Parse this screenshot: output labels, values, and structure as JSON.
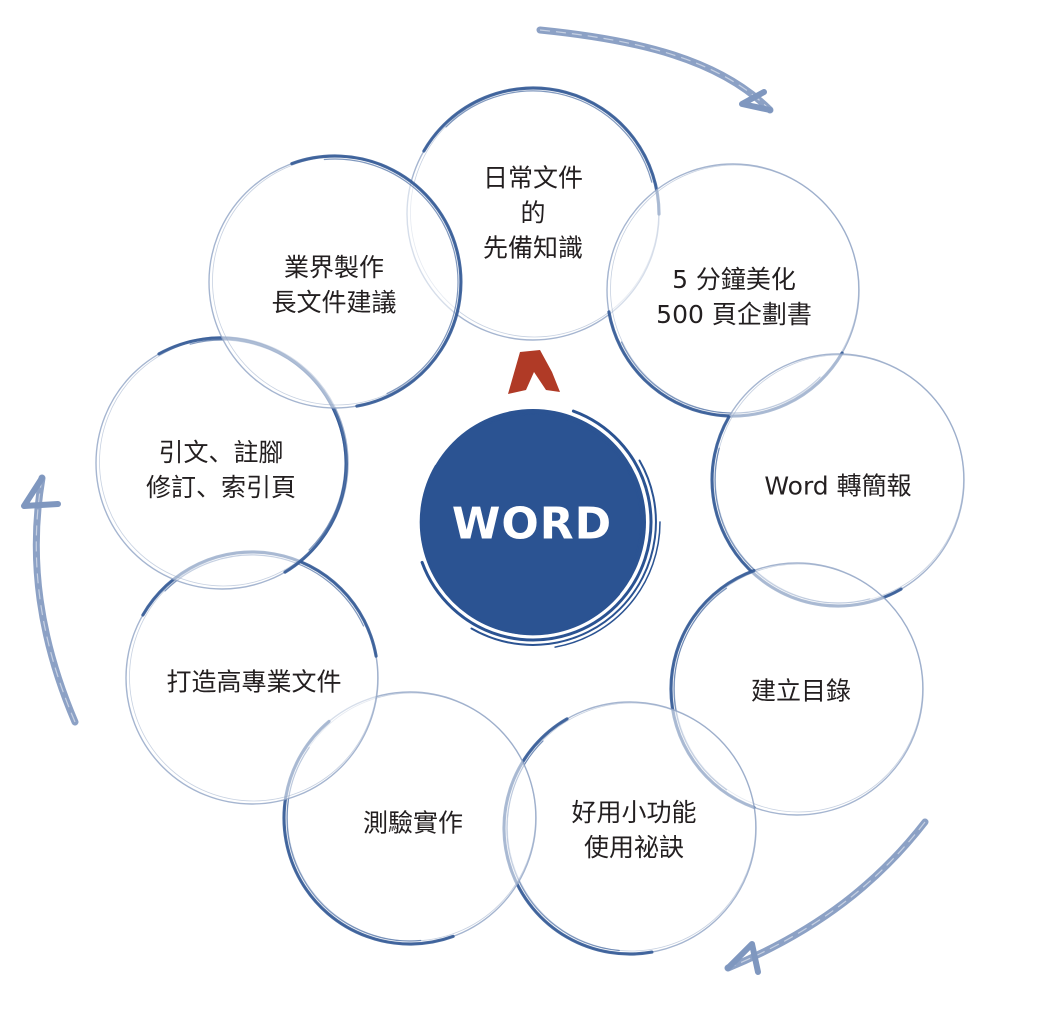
{
  "center": {
    "label": "WORD",
    "color": "#2b5392"
  },
  "colors": {
    "ring_dark": "#2b5392",
    "ring_light": "#8fa3c4",
    "arrow": "#7f97bf",
    "accent_flag": "#b03a26",
    "text": "#231f20"
  },
  "nodes": [
    {
      "id": "daily-docs",
      "lines": [
        "日常文件",
        "的",
        "先備知識"
      ]
    },
    {
      "id": "beautify-proposal",
      "lines": [
        "5 分鐘美化",
        "500 頁企劃書"
      ]
    },
    {
      "id": "word-to-slides",
      "lines": [
        "Word 轉簡報"
      ]
    },
    {
      "id": "build-toc",
      "lines": [
        "建立目錄"
      ]
    },
    {
      "id": "handy-tips",
      "lines": [
        "好用小功能",
        "使用祕訣"
      ]
    },
    {
      "id": "test-practice",
      "lines": [
        "測驗實作"
      ]
    },
    {
      "id": "pro-documents",
      "lines": [
        "打造高專業文件"
      ]
    },
    {
      "id": "citations-index",
      "lines": [
        "引文、註腳",
        "修訂、索引頁"
      ]
    },
    {
      "id": "industry-advice",
      "lines": [
        "業界製作",
        "長文件建議"
      ]
    }
  ]
}
